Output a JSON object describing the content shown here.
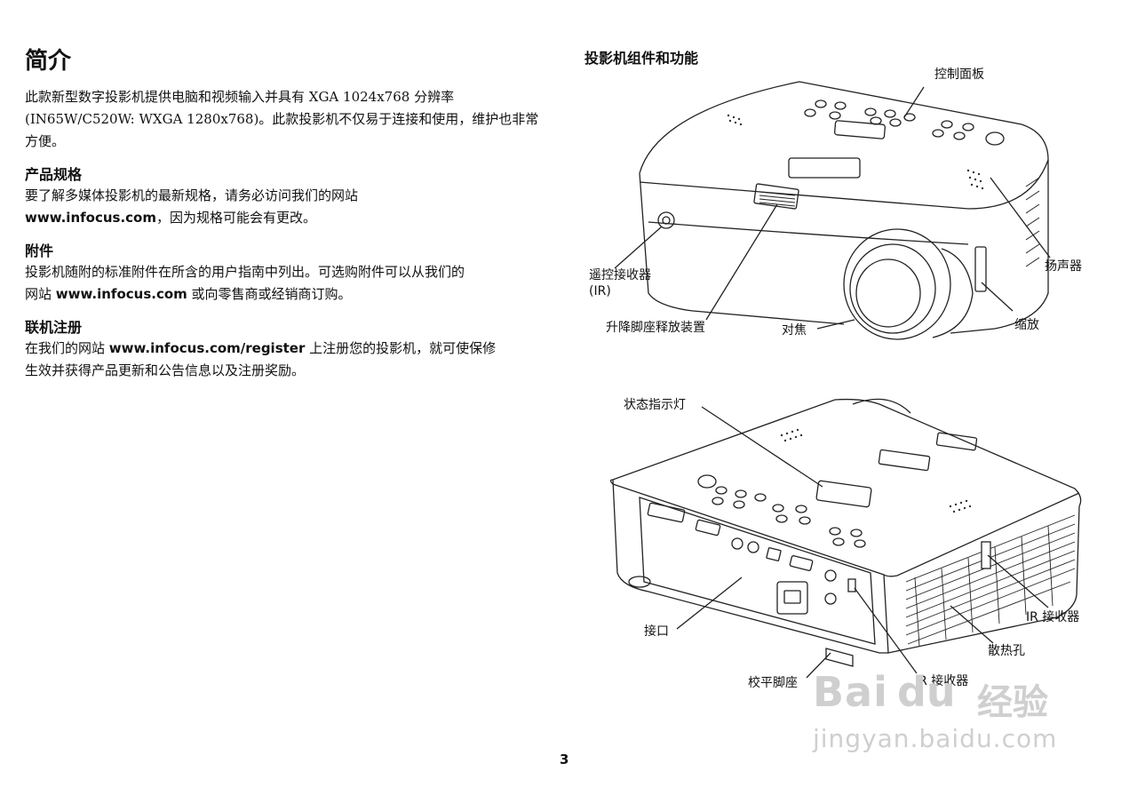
{
  "intro": {
    "title": "简介",
    "p1": "此款新型数字投影机提供电脑和视频输入并具有 XGA 1024x768 分辨率",
    "p2": "(IN65W/C520W: WXGA 1280x768)。此款投影机不仅易于连接和使用，维护也非常",
    "p3": "方便。"
  },
  "specs": {
    "title": "产品规格",
    "p1": "要了解多媒体投影机的最新规格，请务必访问我们的网站",
    "link": "www.infocus.com",
    "p2": "，因为规格可能会有更改。"
  },
  "accessories": {
    "title": "附件",
    "p1": "投影机随附的标准附件在所含的用户指南中列出。可选购附件可以从我们的",
    "p2a": "网站 ",
    "link": "www.infocus.com",
    "p2b": " 或向零售商或经销商订购。"
  },
  "register": {
    "title": "联机注册",
    "p1a": "在我们的网站 ",
    "link": "www.infocus.com/register",
    "p1b": " 上注册您的投影机，就可使保修",
    "p2": "生效并获得产品更新和公告信息以及注册奖励。"
  },
  "diagram": {
    "title": "投影机组件和功能",
    "top_labels": {
      "control_panel": "控制面板",
      "speaker": "扬声器",
      "remote_receiver": "遥控接收器",
      "remote_receiver_ir": "(IR)",
      "elevator_foot": "升降脚座释放装置",
      "focus": "对焦",
      "zoom": "缩放"
    },
    "bottom_labels": {
      "status_lights": "状态指示灯",
      "ir_receiver_side": "IR 接收器",
      "vents": "散热孔",
      "connectors": "接口",
      "leveling_foot": "校平脚座",
      "ir_receiver_back": "IR 接收器"
    }
  },
  "page_number": "3",
  "watermark": {
    "brand": "Bai",
    "brand2": "du",
    "suffix": "经验",
    "url": "jingyan.baidu.com"
  }
}
